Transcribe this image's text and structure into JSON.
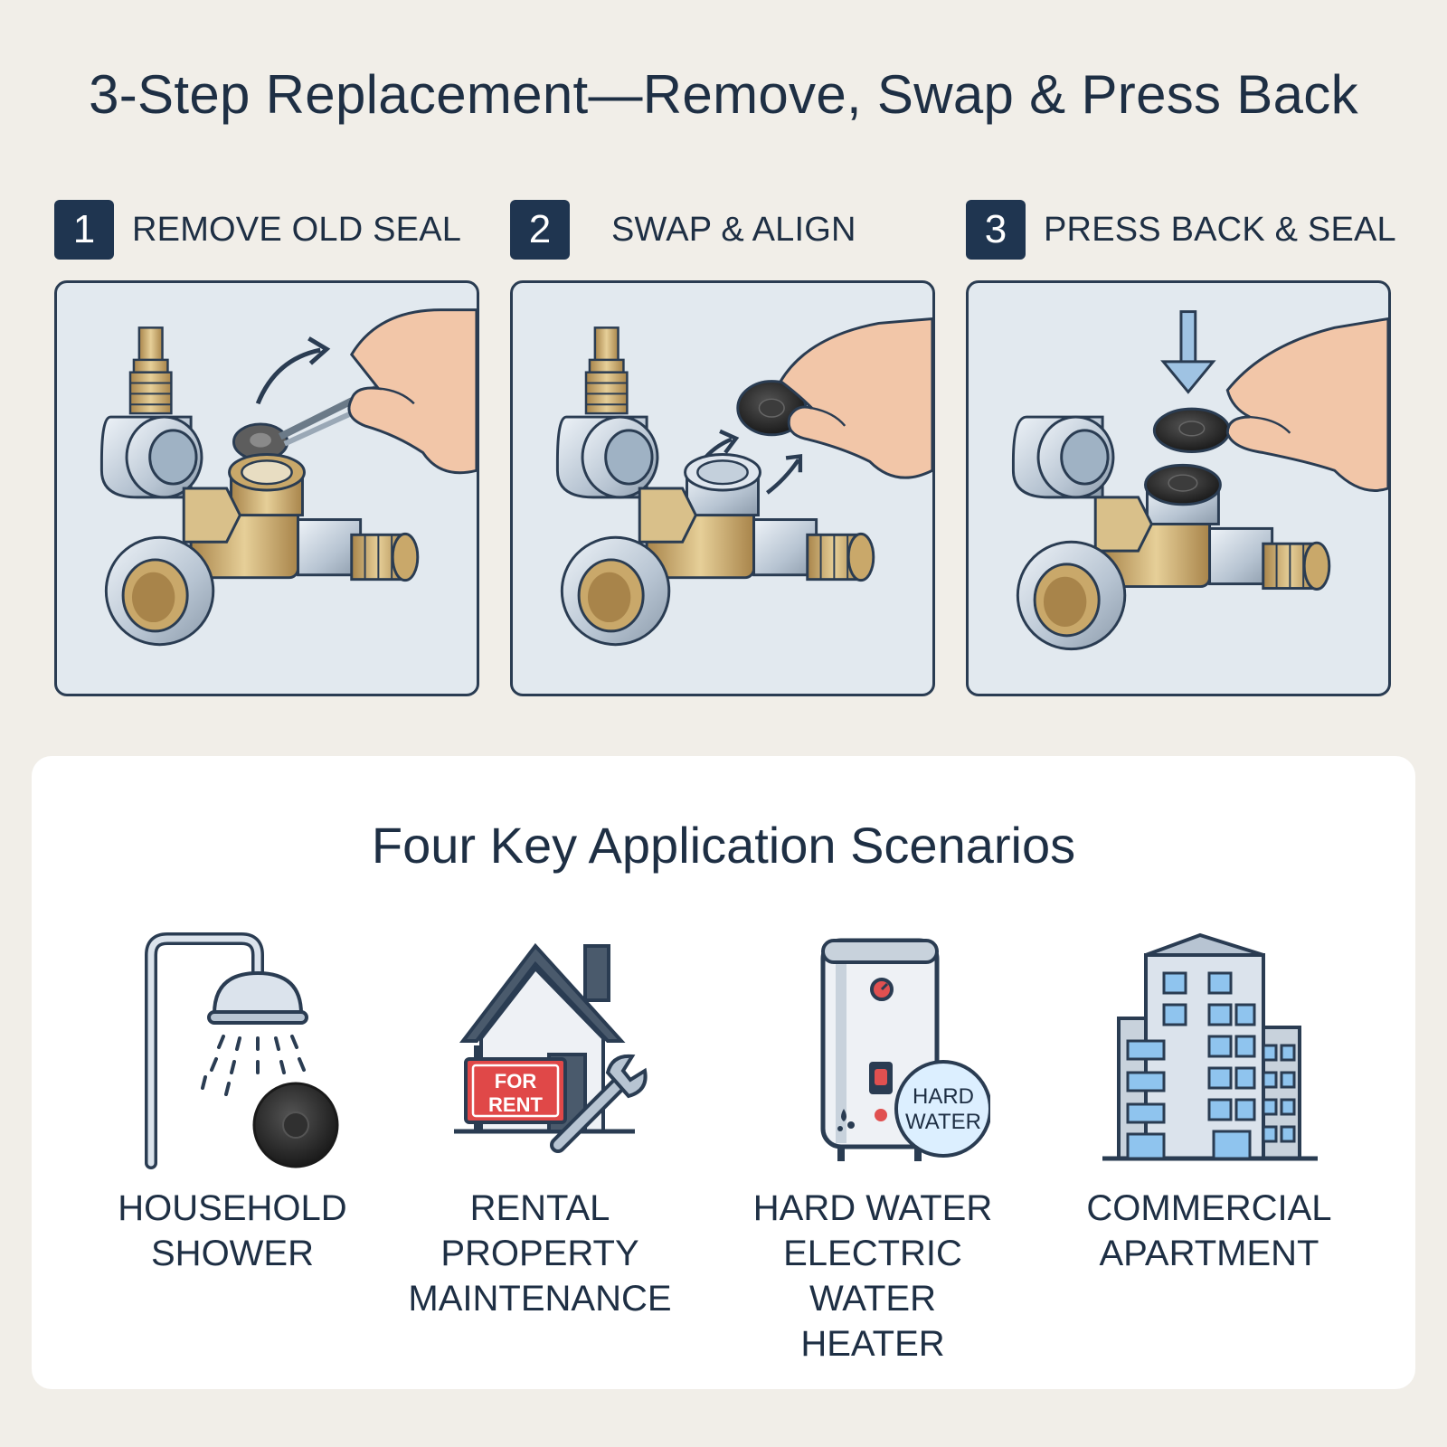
{
  "title": "3-Step Replacement—Remove, Swap & Press Back",
  "steps": [
    {
      "number": "1",
      "label": "REMOVE OLD SEAL"
    },
    {
      "number": "2",
      "label": "SWAP & ALIGN"
    },
    {
      "number": "3",
      "label": "PRESS BACK & SEAL"
    }
  ],
  "scenarios_title": "Four Key Application Scenarios",
  "scenarios": [
    {
      "line1": "HOUSEHOLD",
      "line2": "SHOWER",
      "line3": ""
    },
    {
      "line1": "RENTAL PROPERTY",
      "line2": "MAINTENANCE",
      "line3": ""
    },
    {
      "line1": "HARD WATER",
      "line2": "ELECTRIC WATER",
      "line3": "HEATER"
    },
    {
      "line1": "COMMERCIAL",
      "line2": "APARTMENT",
      "line3": ""
    }
  ],
  "icons": {
    "for_rent_line1": "FOR",
    "for_rent_line2": "RENT",
    "hard_water_line1": "HARD",
    "hard_water_line2": "WATER"
  },
  "colors": {
    "navy": "#1f3550",
    "brass": "#c9a86a",
    "chrome": "#b9c6d4",
    "skin": "#f2c6a8",
    "seal": "#2b2b2b",
    "accent_blue": "#3a86c8",
    "sign_red": "#e04848"
  }
}
